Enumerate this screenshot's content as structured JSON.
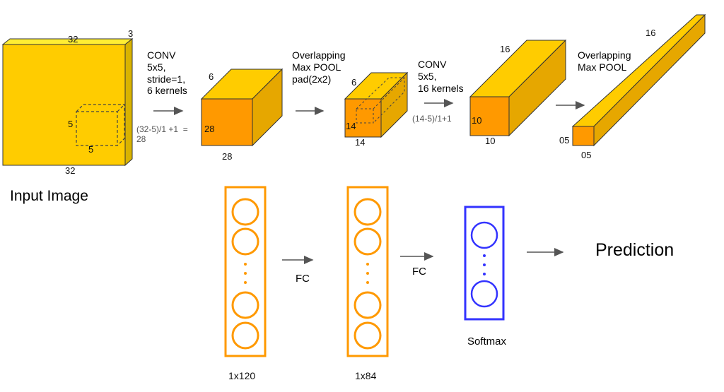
{
  "input": {
    "title": "Input Image",
    "width": "32",
    "height": "32",
    "depth": "3",
    "kernel_w": "5",
    "kernel_h": "5"
  },
  "conv1": {
    "label": "CONV\n5x5,\nstride=1,\n6 kernels",
    "formula": "(32-5)/1 +1  =\n28"
  },
  "map1": {
    "depth": "6",
    "height": "28",
    "width": "28"
  },
  "pool1": {
    "label": "Overlapping\nMax POOL\npad(2x2)"
  },
  "map2": {
    "depth": "6",
    "height": "14",
    "width": "14"
  },
  "conv2": {
    "label": "CONV\n5x5,\n16 kernels",
    "formula": "(14-5)/1+1"
  },
  "map3": {
    "depth": "16",
    "height": "10",
    "width": "10"
  },
  "pool2": {
    "label": "Overlapping\nMax POOL"
  },
  "map4": {
    "depth": "16",
    "height": "05",
    "width": "05"
  },
  "fc1": {
    "size": "1x120",
    "arrow_label": "FC"
  },
  "fc2": {
    "size": "1x84",
    "arrow_label": "FC"
  },
  "softmax": {
    "label": "Softmax"
  },
  "output": {
    "label": "Prediction"
  },
  "colors": {
    "face": "#ffcc00",
    "front": "#ff9900",
    "side": "#e6a700",
    "edge": "#333333",
    "fc": "#ff9900",
    "softmax": "#3333ff",
    "arrow": "#555555"
  }
}
